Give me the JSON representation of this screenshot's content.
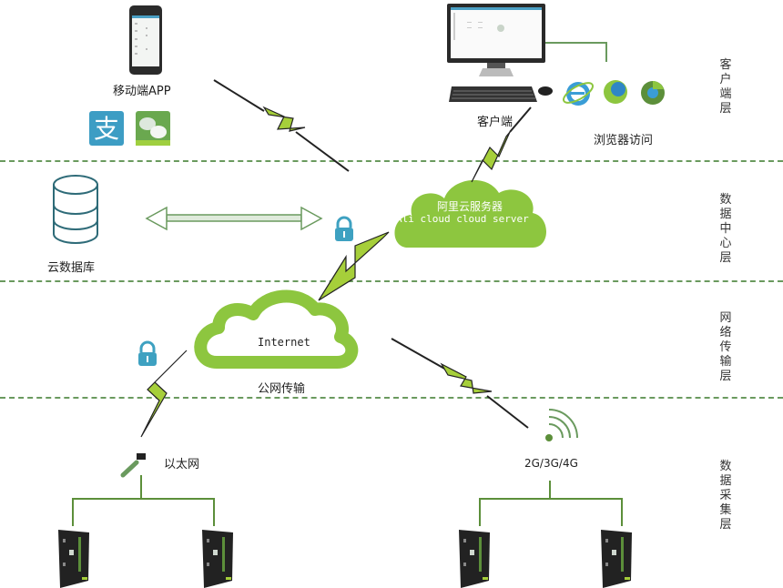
{
  "layers": [
    {
      "id": "client",
      "label": "客户端层"
    },
    {
      "id": "datacenter",
      "label": "数据中心层"
    },
    {
      "id": "network",
      "label": "网络传输层"
    },
    {
      "id": "collection",
      "label": "数据采集层"
    }
  ],
  "client": {
    "mobile_label": "移动端APP",
    "pc_label": "客户端",
    "browser_label": "浏览器访问",
    "apps": [
      "alipay-icon",
      "wechat-icon"
    ],
    "browsers": [
      "ie-icon",
      "firefox-icon",
      "chrome-icon"
    ]
  },
  "datacenter": {
    "db_label": "云数据库",
    "cloud_title": "阿里云服务器",
    "cloud_subtitle": "Ali cloud  cloud server"
  },
  "network": {
    "cloud_label": "Internet",
    "caption": "公网传输"
  },
  "collection": {
    "ethernet_label": "以太网",
    "wireless_label": "2G/3G/4G",
    "device_count": 4
  },
  "colors": {
    "green": "#8dc63f",
    "line": "#6a9a5e",
    "lock": "#3ea1c1",
    "dark": "#222222"
  }
}
